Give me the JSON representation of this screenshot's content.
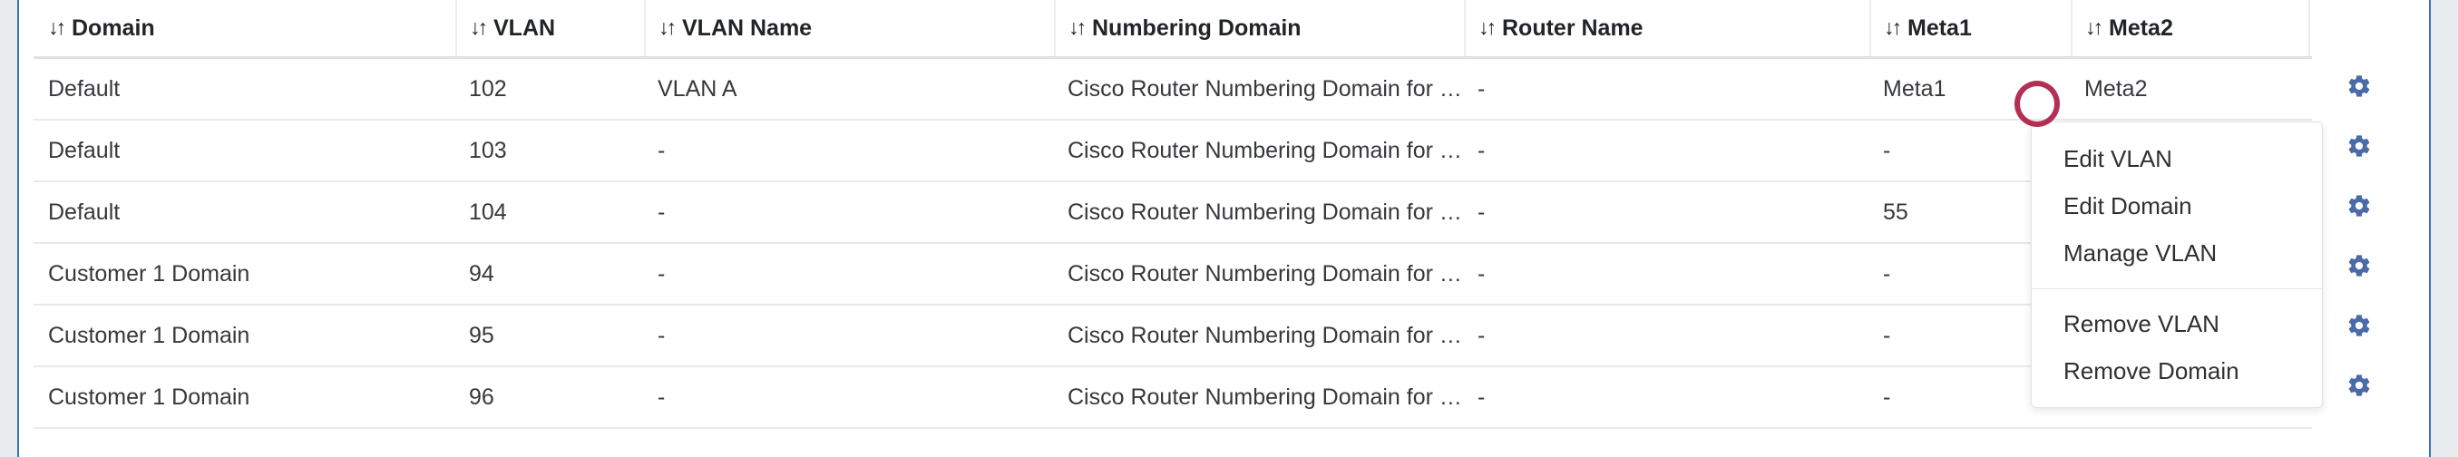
{
  "theme": {
    "accent_blue": "#3c6fb0",
    "gear_icon_color": "#4a6ba8",
    "annotation_color": "#b33055",
    "panel_background": "#ffffff",
    "gutter_background": "#e9edf0",
    "row_divider": "#e7e9eb",
    "text_color": "#36383c"
  },
  "table": {
    "sort_glyph": "↓↑",
    "columns": [
      {
        "key": "domain",
        "label": "Domain",
        "sortable": true
      },
      {
        "key": "vlan",
        "label": "VLAN",
        "sortable": true
      },
      {
        "key": "vlan_name",
        "label": "VLAN Name",
        "sortable": true
      },
      {
        "key": "num_domain",
        "label": "Numbering Domain",
        "sortable": true
      },
      {
        "key": "router",
        "label": "Router Name",
        "sortable": true
      },
      {
        "key": "meta1",
        "label": "Meta1",
        "sortable": true
      },
      {
        "key": "meta2",
        "label": "Meta2",
        "sortable": true
      },
      {
        "key": "actions",
        "label": "",
        "sortable": false
      }
    ],
    "rows": [
      {
        "domain": "Default",
        "vlan": "102",
        "vlan_name": "VLAN A",
        "num_domain": "Cisco Router Numbering Domain for …",
        "router": "-",
        "meta1": "Meta1",
        "meta2": "Meta2",
        "action_icon": "gear-icon"
      },
      {
        "domain": "Default",
        "vlan": "103",
        "vlan_name": "-",
        "num_domain": "Cisco Router Numbering Domain for …",
        "router": "-",
        "meta1": "-",
        "meta2": "",
        "action_icon": "gear-icon"
      },
      {
        "domain": "Default",
        "vlan": "104",
        "vlan_name": "-",
        "num_domain": "Cisco Router Numbering Domain for …",
        "router": "-",
        "meta1": "55",
        "meta2": "",
        "action_icon": "gear-icon"
      },
      {
        "domain": "Customer 1 Domain",
        "vlan": "94",
        "vlan_name": "-",
        "num_domain": "Cisco Router Numbering Domain for …",
        "router": "-",
        "meta1": "-",
        "meta2": "",
        "action_icon": "gear-icon"
      },
      {
        "domain": "Customer 1 Domain",
        "vlan": "95",
        "vlan_name": "-",
        "num_domain": "Cisco Router Numbering Domain for …",
        "router": "-",
        "meta1": "-",
        "meta2": "",
        "action_icon": "gear-icon"
      },
      {
        "domain": "Customer 1 Domain",
        "vlan": "96",
        "vlan_name": "-",
        "num_domain": "Cisco Router Numbering Domain for …",
        "router": "-",
        "meta1": "-",
        "meta2": "",
        "action_icon": "gear-icon"
      }
    ]
  },
  "context_menu": {
    "open": true,
    "anchor_row_index": 0,
    "items": [
      {
        "label": "Edit VLAN",
        "destructive": false
      },
      {
        "label": "Edit Domain",
        "destructive": false
      },
      {
        "label": "Manage VLAN",
        "destructive": false
      },
      {
        "separator": true
      },
      {
        "label": "Remove VLAN",
        "destructive": true
      },
      {
        "label": "Remove Domain",
        "destructive": true
      }
    ]
  },
  "annotation": {
    "shape": "circle",
    "color": "#b33055",
    "target": "row-1-actions-menu-trigger"
  }
}
